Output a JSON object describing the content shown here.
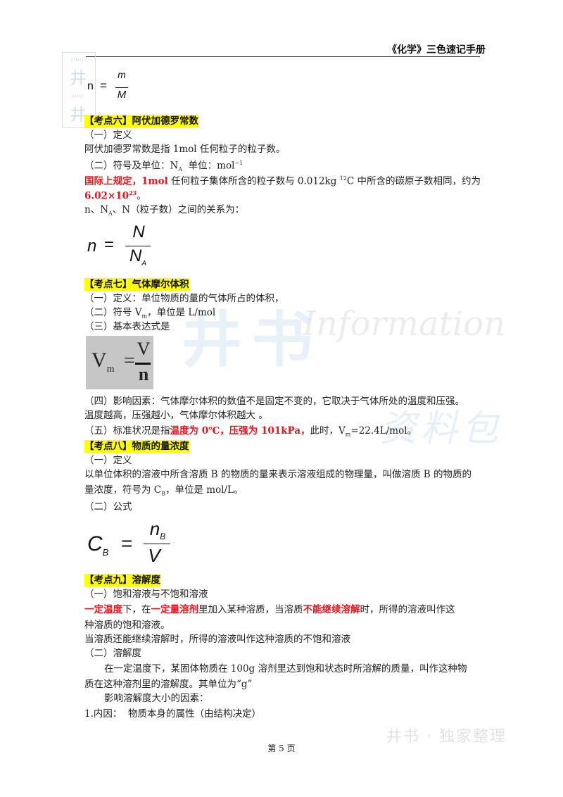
{
  "header": {
    "title": "《化学》三色速记手册"
  },
  "logo": {
    "main": "井",
    "small_top": "JING",
    "small_bottom": "SHU"
  },
  "watermarks": {
    "cn": "井书",
    "en": "Information",
    "cn2": "资料包",
    "bottom": "井书 · 独家整理"
  },
  "formula_top": {
    "lhs": "n",
    "eq": "=",
    "num": "m",
    "den": "M"
  },
  "s6": {
    "title": "【考点六】阿伏加德罗常数",
    "sub1": "（一）定义",
    "def": "阿伏加德罗常数是指 1mol 任何粒子的粒子数。",
    "sub2_pre": "（二）符号及单位：N",
    "sub2_sub": "A",
    "sub2_mid": "  单位：mol",
    "sub2_sup": "−1",
    "intl_red1": "国际上规定，1mol",
    "intl_text1": " 任何粒子集体所含的粒子数与 0.012kg ",
    "intl_sup": "12",
    "intl_text2": "C 中所含的碳原子数相同，约为",
    "intl_red2": "6.02×10",
    "intl_red2_sup": "23",
    "intl_end": "。",
    "rel_pre": "n、N",
    "rel_sub": "A",
    "rel_post": "、N（粒子数）之间的关系为：",
    "formula": {
      "lhs": "n",
      "eq": "=",
      "num": "N",
      "den": "N",
      "den_sub": "A"
    }
  },
  "s7": {
    "title": "【考点七】气体摩尔体积",
    "l1": "（一）定义：单位物质的量的气体所占的体积，",
    "l2_pre": "（二）符号 V",
    "l2_sub": "m",
    "l2_post": "，单位是 L/mol",
    "l3": "（三）基本表达式是",
    "formula": {
      "lhs": "V",
      "lhs_sub": "m",
      "eq": "=",
      "num": "V",
      "den": "n"
    },
    "l4": "（四）影响因素：气体摩尔体积的数值不是固定不变的，它取决于气体所处的温度和压强。",
    "l5": "温度越高，压强越小，气体摩尔体积越大 。",
    "l6_pre": "（五）标准状况是指",
    "l6_red": "温度为 0℃，压强为 101kPa，",
    "l6_mid": "此时，V",
    "l6_sub": "m",
    "l6_post": "=22.4L/mol。"
  },
  "s8": {
    "title": "【考点八】物质的量浓度",
    "sub1": "（一）定义",
    "l1": "以单位体积的溶液中所含溶质 B 的物质的量来表示溶液组成的物理量，叫做溶质 B 的物质的",
    "l2_pre": "量浓度，符号为 C",
    "l2_sub": "B",
    "l2_post": "，单位是 mol/L。",
    "sub2": "（二）公式",
    "formula": {
      "lhs": "C",
      "lhs_sub": "B",
      "eq": "=",
      "num": "n",
      "num_sub": "B",
      "den": "V"
    }
  },
  "s9": {
    "title": "【考点九】溶解度",
    "sub1": "（一）饱和溶液与不饱和溶液",
    "l1_red1": "一定温度",
    "l1_t1": "下，在",
    "l1_red2": "一定量溶剂",
    "l1_t2": "里加入某种溶质，当溶质",
    "l1_red3": "不能继续溶解",
    "l1_t3": "时，所得的溶液叫作这",
    "l2": "种溶质的饱和溶液。",
    "l3": "当溶质还能继续溶解时，所得的溶液叫作这种溶质的不饱和溶液",
    "sub2": "（二）溶解度",
    "l4": "在一定温度下，某固体物质在 100g 溶剂里达到饱和状态时所溶解的质量，叫作这种物",
    "l5": "质在这种溶剂里的溶解度。其单位为“g”",
    "l6": "影响溶解度大小的因素：",
    "l7": "1.内因：  物质本身的属性（由结构决定）"
  },
  "footer": {
    "page": "第 5 页"
  }
}
